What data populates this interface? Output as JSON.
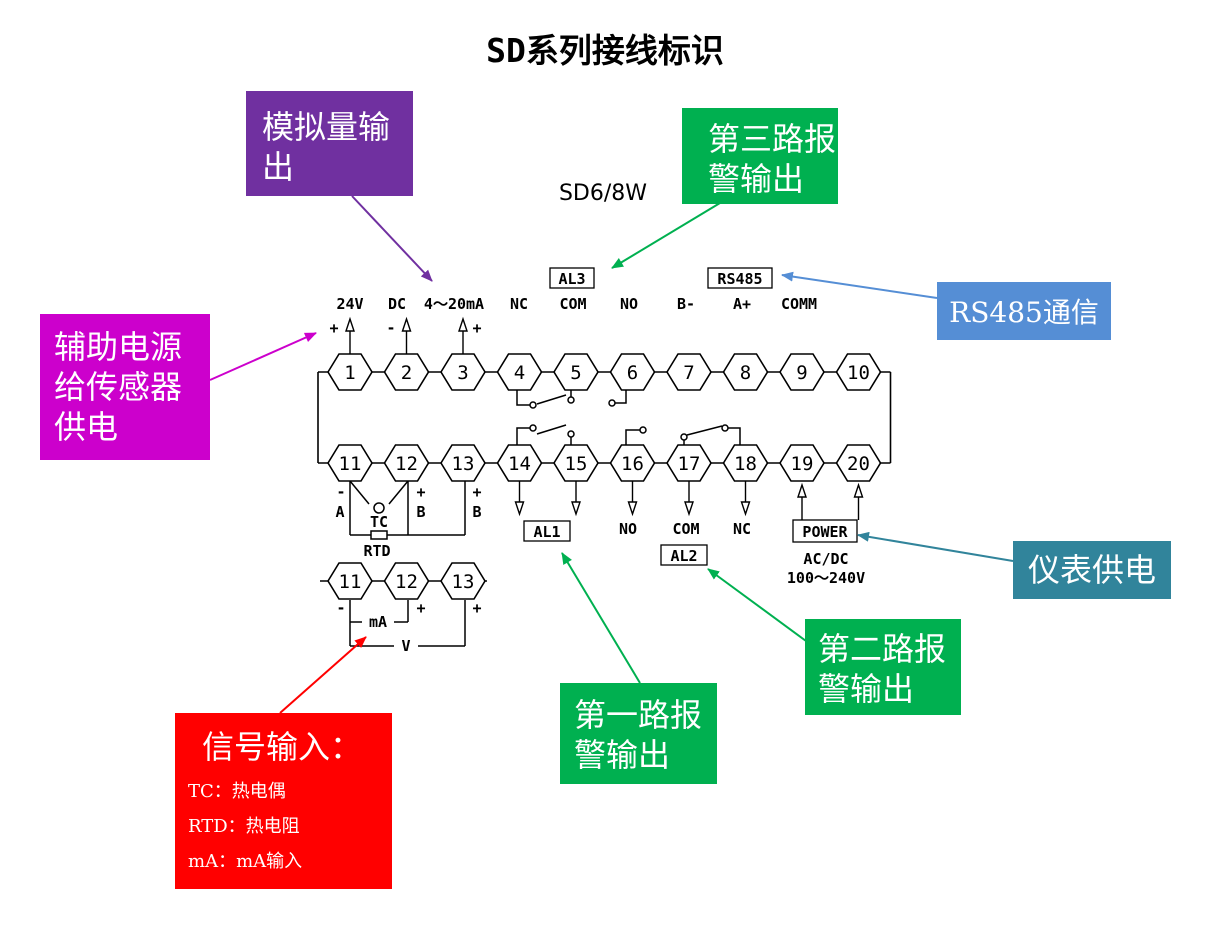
{
  "title": "SD系列接线标识",
  "model": "SD6/8W",
  "colors": {
    "purple": "#7030a0",
    "green": "#00b050",
    "blue": "#558ed5",
    "magenta": "#cc00cc",
    "red": "#ff0000",
    "teal": "#31849b"
  },
  "top_row": [
    "1",
    "2",
    "3",
    "4",
    "5",
    "6",
    "7",
    "8",
    "9",
    "10"
  ],
  "bottom_row": [
    "11",
    "12",
    "13",
    "14",
    "15",
    "16",
    "17",
    "18",
    "19",
    "20"
  ],
  "input_row": [
    "11",
    "12",
    "13"
  ],
  "top_labels": {
    "v24": "24V",
    "dc": "DC",
    "ma": "4～20mA",
    "nc": "NC",
    "com": "COM",
    "no": "NO",
    "bminus": "B-",
    "aplus": "A+",
    "comm": "COMM"
  },
  "bottom_labels": {
    "no": "NO",
    "com": "COM",
    "nc": "NC",
    "acdc": "AC/DC",
    "voltage": "100～240V"
  },
  "signs": {
    "plus": "+",
    "minus": "-"
  },
  "input_labels": {
    "a": "A",
    "b": "B",
    "tc": "TC",
    "rtd": "RTD",
    "ma": "mA",
    "v": "V"
  },
  "boxes": {
    "al1": "AL1",
    "al2": "AL2",
    "al3": "AL3",
    "rs485": "RS485",
    "power": "POWER"
  },
  "callouts": {
    "analog_output": {
      "line1": "模拟量输",
      "line2": "出"
    },
    "alarm3": {
      "line1": "第三路报",
      "line2": "警输出"
    },
    "rs485": {
      "line1": "RS485通信"
    },
    "aux_power": {
      "line1": "辅助电源",
      "line2": "给传感器",
      "line3": "供电"
    },
    "meter_power": {
      "line1": "仪表供电"
    },
    "alarm2": {
      "line1": "第二路报",
      "line2": "警输出"
    },
    "alarm1": {
      "line1": "第一路报",
      "line2": "警输出"
    },
    "signal_input": {
      "heading": "信号输入：",
      "line1": "TC：热电偶",
      "line2": "RTD：热电阻",
      "line3": "mA：mA输入"
    }
  }
}
